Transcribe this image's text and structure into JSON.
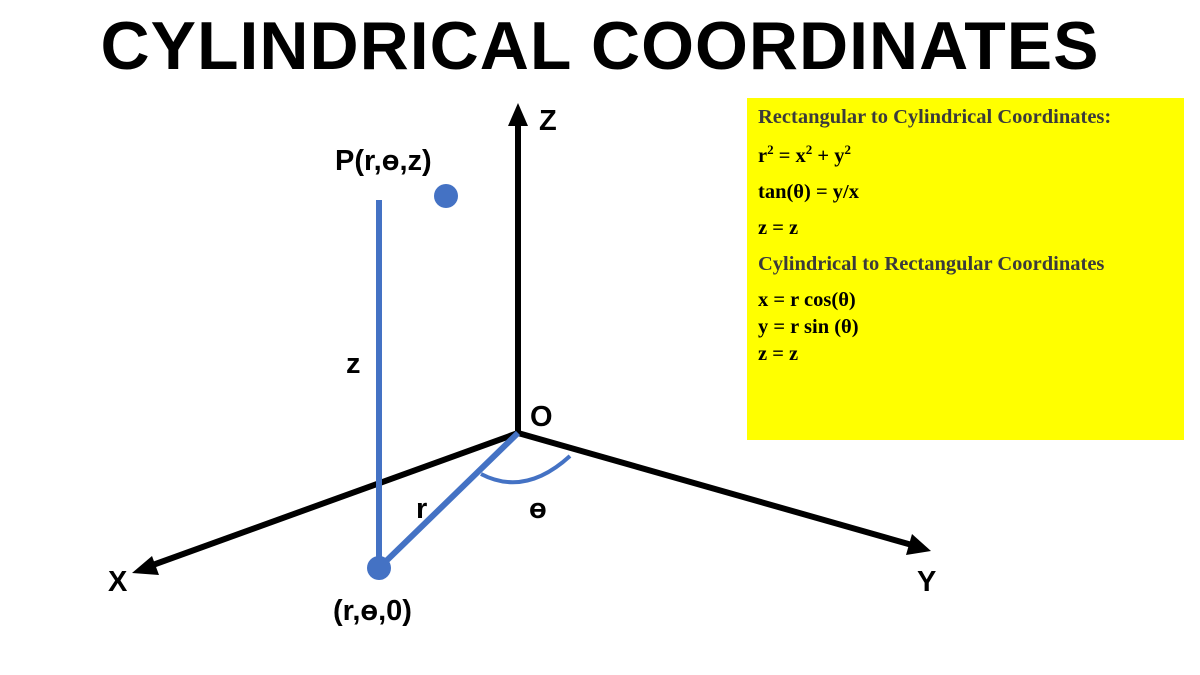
{
  "title": "CYLINDRICAL COORDINATES",
  "diagram": {
    "axis_labels": {
      "z": "Z",
      "x": "X",
      "y": "Y",
      "origin": "O"
    },
    "point_label": "P(r,ɵ,z)",
    "projection_label": "(r,ɵ,0)",
    "height_label": "z",
    "radius_label": "r",
    "angle_label": "ɵ",
    "colors": {
      "axis": "#000000",
      "construction": "#4472c4"
    }
  },
  "conversion_box": {
    "background": "#ffff00",
    "rect_to_cyl_heading": "Rectangular to Cylindrical Coordinates:",
    "rect_to_cyl": [
      {
        "before": "r",
        "sup1": "2",
        "mid": " = x",
        "sup2": "2",
        "mid2": " + y",
        "sup3": "2"
      },
      "tan(θ) = y/x",
      "z = z"
    ],
    "cyl_to_rect_heading": "Cylindrical to Rectangular Coordinates",
    "cyl_to_rect": [
      "x = r cos(θ)",
      "y = r sin (θ)",
      "z = z"
    ]
  }
}
